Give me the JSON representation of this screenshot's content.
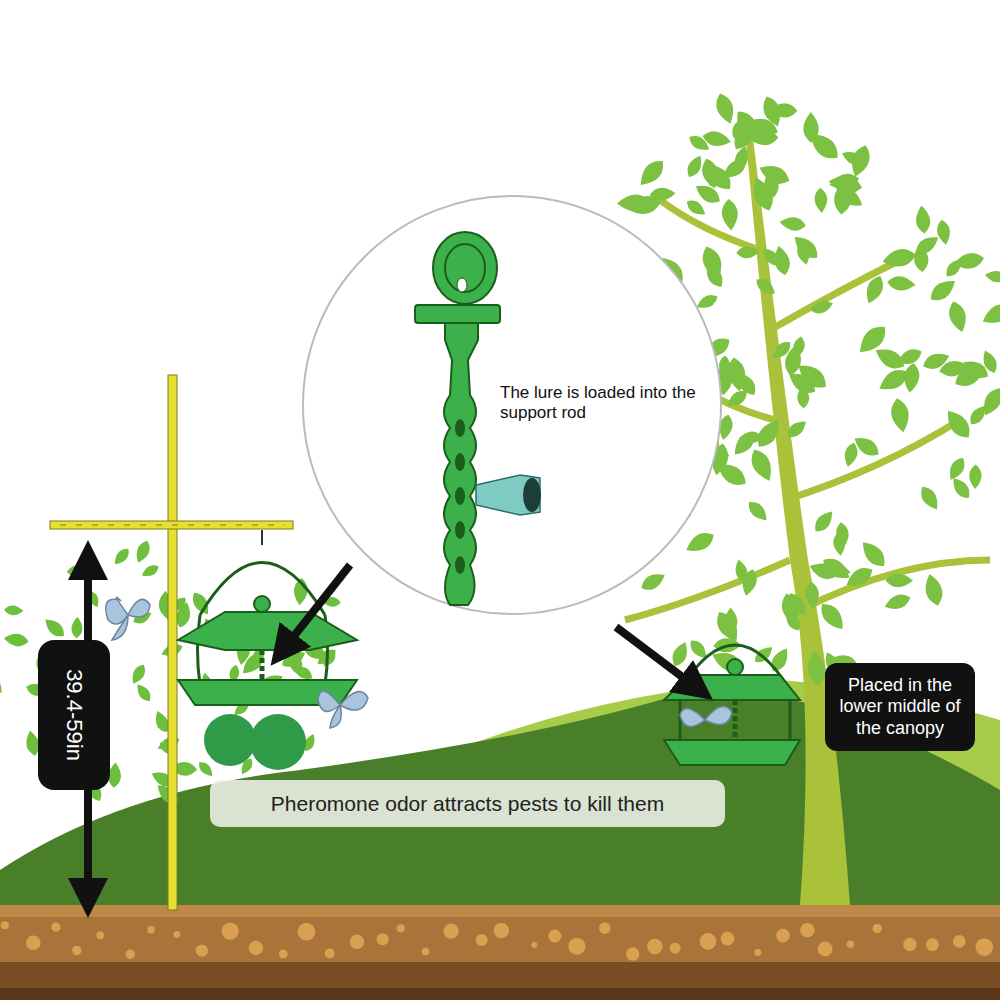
{
  "diagram": {
    "nodes": [
      {
        "text": [
          "The lure is loaded into the support rod"
        ]
      },
      {
        "text": [
          "39.4-59in"
        ]
      },
      {
        "text": [
          "Pheromone odor attracts pests to kill them"
        ]
      },
      {
        "text": [
          "Placed in the lower middle of the canopy"
        ]
      }
    ]
  }
}
